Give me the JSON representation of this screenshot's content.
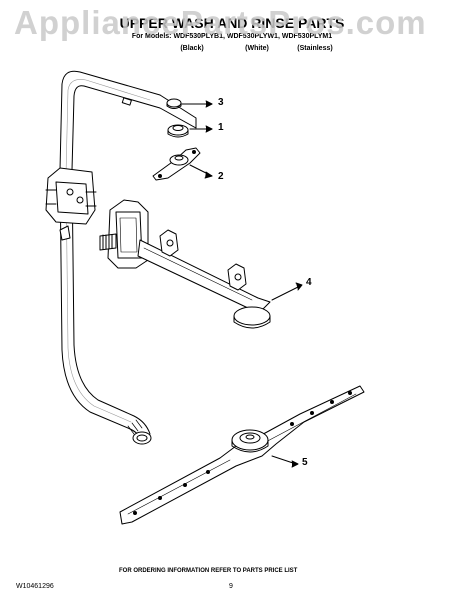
{
  "header": {
    "watermark": "AppliancePartsPros.com",
    "title": "UPPER WASH AND RINSE PARTS",
    "models_line": "For Models: WDF530PLYB1, WDF530PLYW1, WDF530PLYM1",
    "finishes": [
      "(Black)",
      "(White)",
      "(Stainless)"
    ]
  },
  "callouts": [
    {
      "number": "3"
    },
    {
      "number": "1"
    },
    {
      "number": "2"
    },
    {
      "number": "4"
    },
    {
      "number": "5"
    }
  ],
  "footer": {
    "part_number": "W10461296",
    "note": "FOR ORDERING INFORMATION REFER TO PARTS PRICE LIST",
    "page": "9"
  }
}
